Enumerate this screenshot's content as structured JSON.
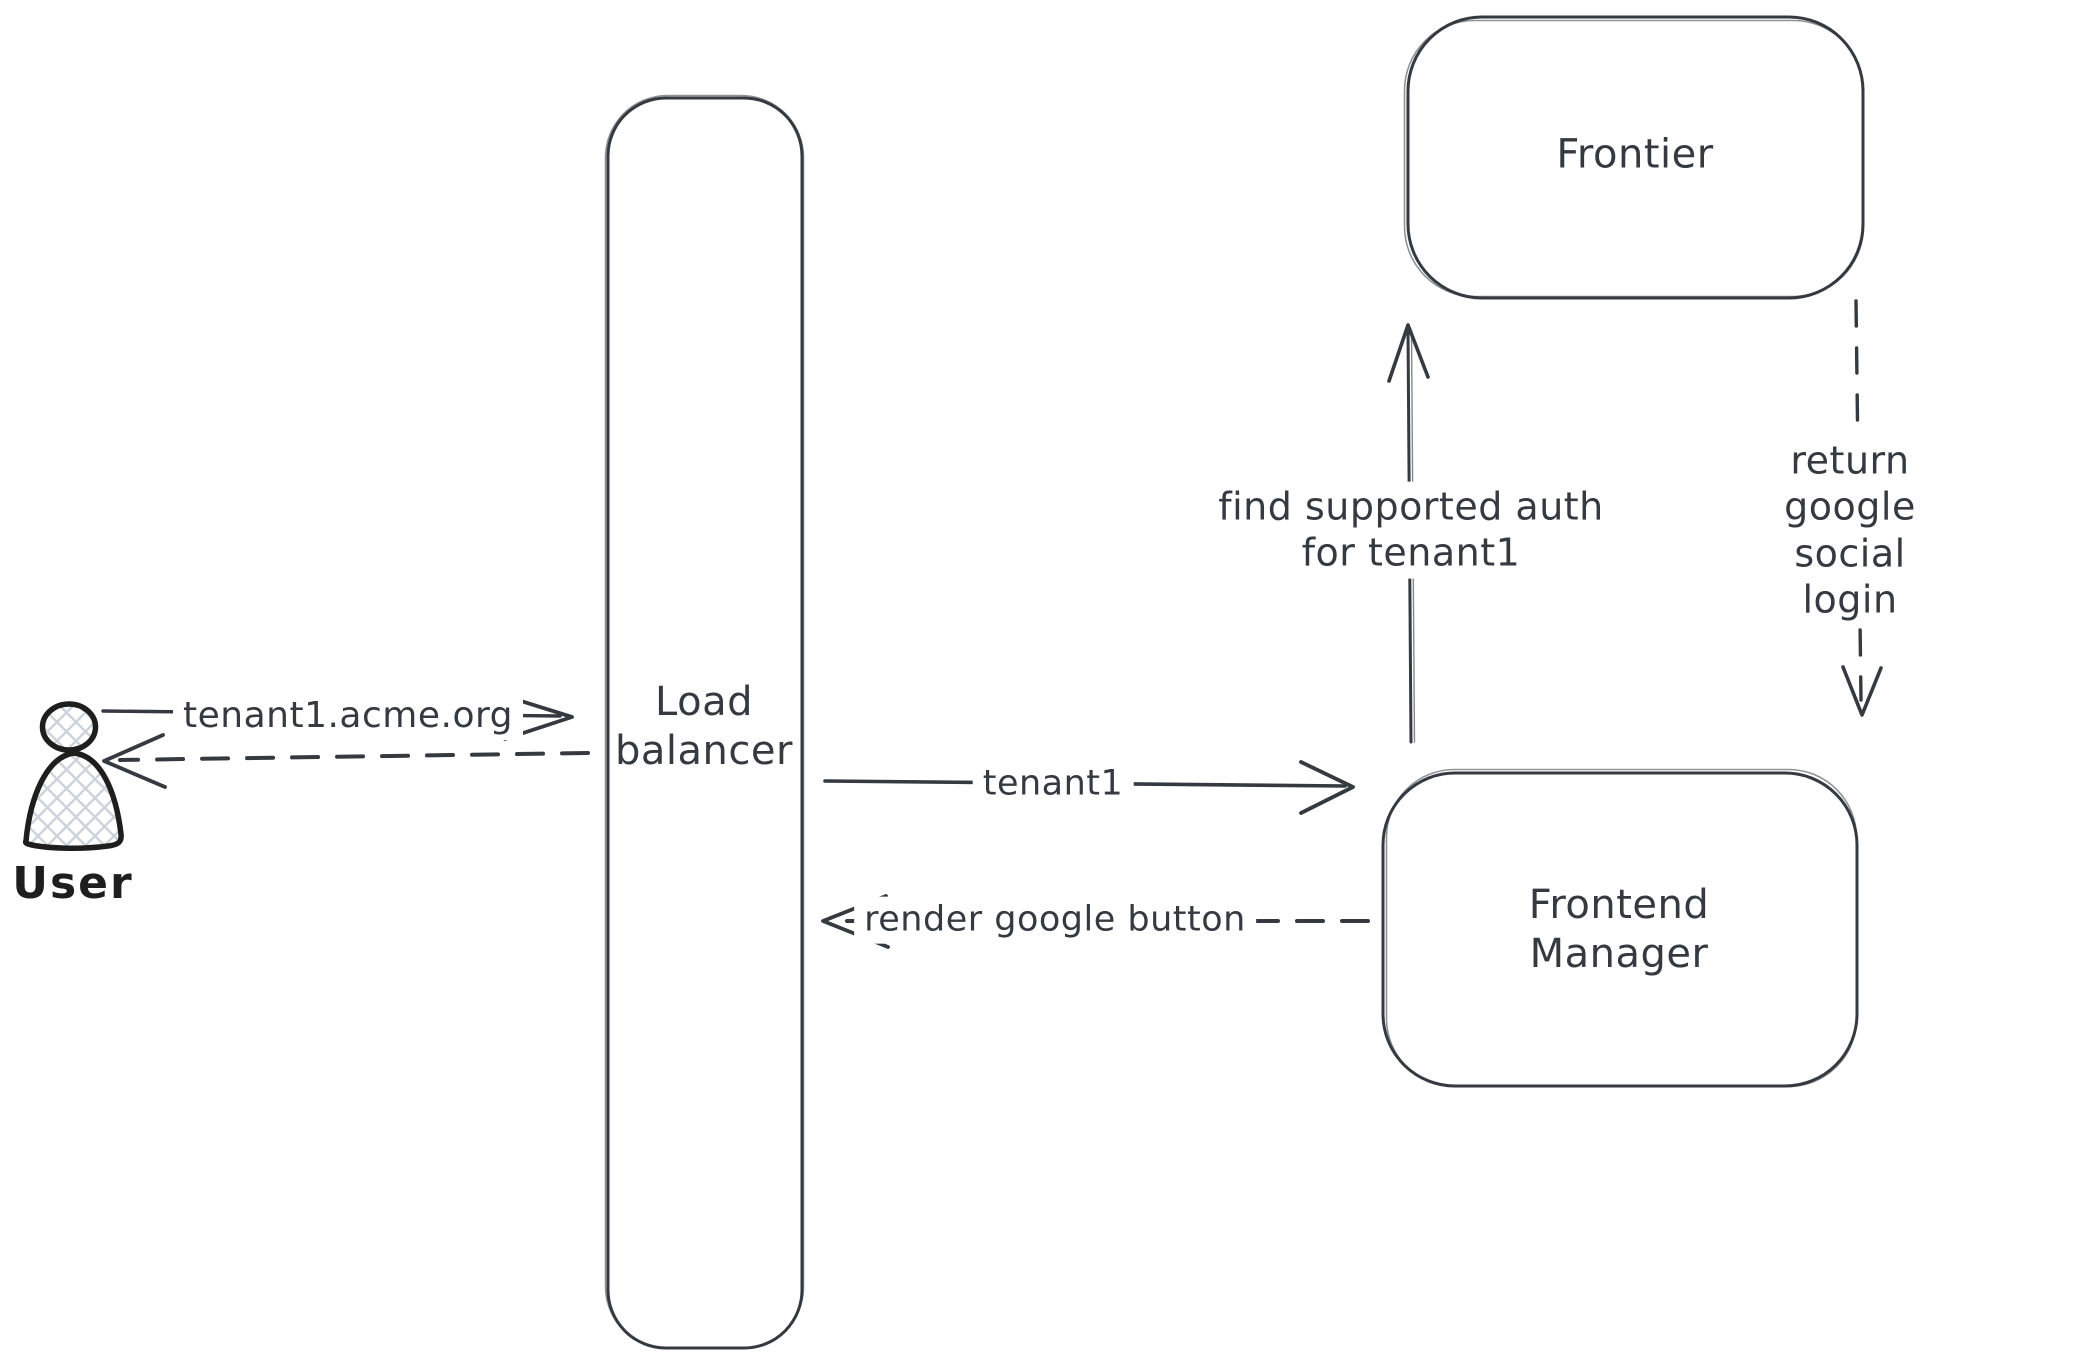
{
  "diagram": {
    "background": "#ffffff",
    "colors": {
      "stroke": "#343a40",
      "actor_stroke": "#1e1e1e",
      "actor_hatch_fill": "#ccd3da"
    },
    "actor": {
      "label": "User"
    },
    "nodes": {
      "load_balancer": {
        "label": "Load\nbalancer"
      },
      "frontier": {
        "label": "Frontier"
      },
      "frontend_manager": {
        "label": "Frontend\nManager"
      }
    },
    "arrows": {
      "user_to_load_balancer": {
        "label": "tenant1.acme.org",
        "style": "solid",
        "direction": "right"
      },
      "load_balancer_to_user": {
        "label": "",
        "style": "dashed",
        "direction": "left"
      },
      "load_balancer_to_frontend_manager": {
        "label": "tenant1",
        "style": "solid",
        "direction": "right"
      },
      "frontend_manager_to_load_balancer": {
        "label": "render google button",
        "style": "dashed",
        "direction": "left"
      },
      "frontend_manager_to_frontier": {
        "label": "find supported auth\nfor tenant1",
        "style": "solid",
        "direction": "up"
      },
      "frontier_to_frontend_manager": {
        "label": "return google social\nlogin",
        "style": "dashed",
        "direction": "down"
      }
    }
  }
}
